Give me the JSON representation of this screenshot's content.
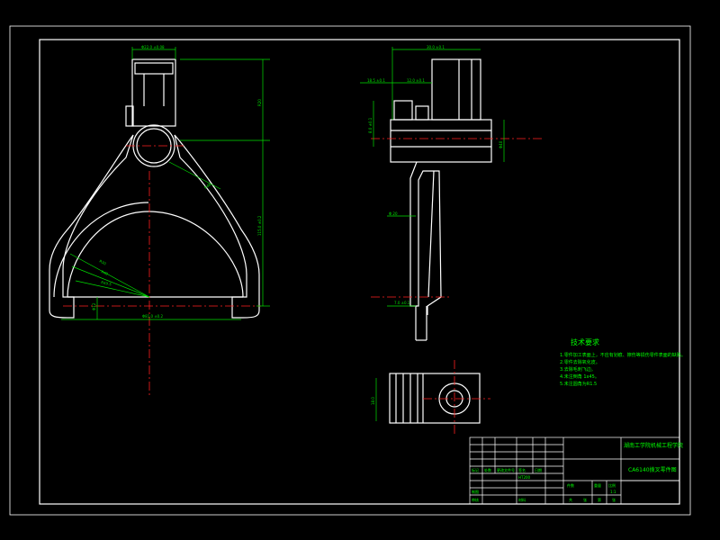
{
  "drawing": {
    "title_block": {
      "school": "湖南工学院机械工程学院",
      "part_name": "CA6140拨叉零件图",
      "ratio_label": "比例",
      "scale": "1:1",
      "count_label": "件数",
      "weight_label": "重量",
      "material_label": "材料",
      "material": "HT200",
      "drawn_label": "制图",
      "checked_label": "审核",
      "sheet_footer": [
        "共",
        "张",
        "第",
        "张"
      ],
      "row_labels": [
        "标记",
        "处数",
        "更改文件号",
        "签名",
        "日期"
      ]
    },
    "tech_req": {
      "title": "技术要求",
      "items": [
        "1.零件加工表面上，不应有划痕、擦伤等损伤零件表面的缺陷。",
        "2.零件去除氧化皮。",
        "3.去除毛刺飞边。",
        "4.未注倒角 1x45。",
        "5.未注圆角为R1.5"
      ]
    },
    "front_view_dims": {
      "top_width": "Φ22.0 ±0.08",
      "height_upper": "R20",
      "height_total": "115.0 ±0.2",
      "arc_r1": "R30",
      "arc_r2": "R40",
      "arc_r3": "R49.5",
      "bottom_width": "Φ81.0 ±0.2",
      "angle_dim": "R48",
      "small_dim": "Φ12"
    },
    "side_view_dims": {
      "top_width": "30.0 ±0.1",
      "upper_dim": "18.5 ±0.1",
      "upper_dim2": "12.0 ±0.1",
      "left_dim": "8.0 ±0.1",
      "right_dim": "Φ40",
      "mid_dim": "Φ 20",
      "bottom_dim": "7.0 ±0.1"
    },
    "top_view_dims": {
      "left_dim": "18.0"
    }
  }
}
